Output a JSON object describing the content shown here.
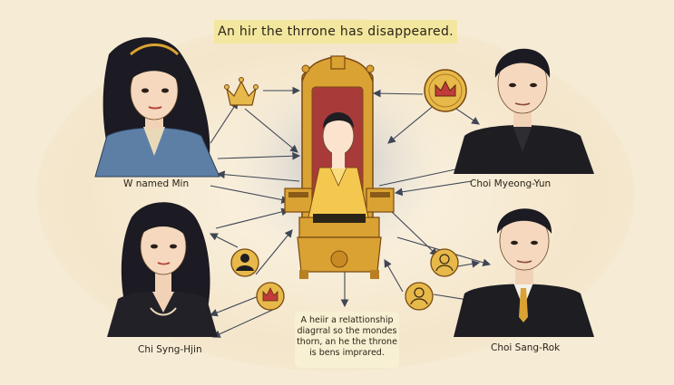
{
  "title": "An hir the thrrone has disappeared.",
  "people": {
    "top_left": "W named Min",
    "top_right": "Choi Myeong-Yun",
    "bottom_left": "Chi Syng-Hjin",
    "bottom_right": "Choi Sang-Rok"
  },
  "note": {
    "line1": "A heiir a relattionship",
    "line2": "diagrral so the mondes",
    "line3": "thorn, an he the throne",
    "line4": "is bens imprared."
  },
  "icons": [
    "crown-icon",
    "crown-coin-icon",
    "person-coin-icon",
    "person-coin-icon",
    "crown-coin-icon",
    "person-coin-icon"
  ],
  "colors": {
    "background": "#f6ecd6",
    "title_highlight": "#f3e79f",
    "throne_gold": "#d9a233",
    "throne_red": "#a93a3a",
    "coin_gold": "#e7b94a",
    "arrow": "#3f4656"
  }
}
